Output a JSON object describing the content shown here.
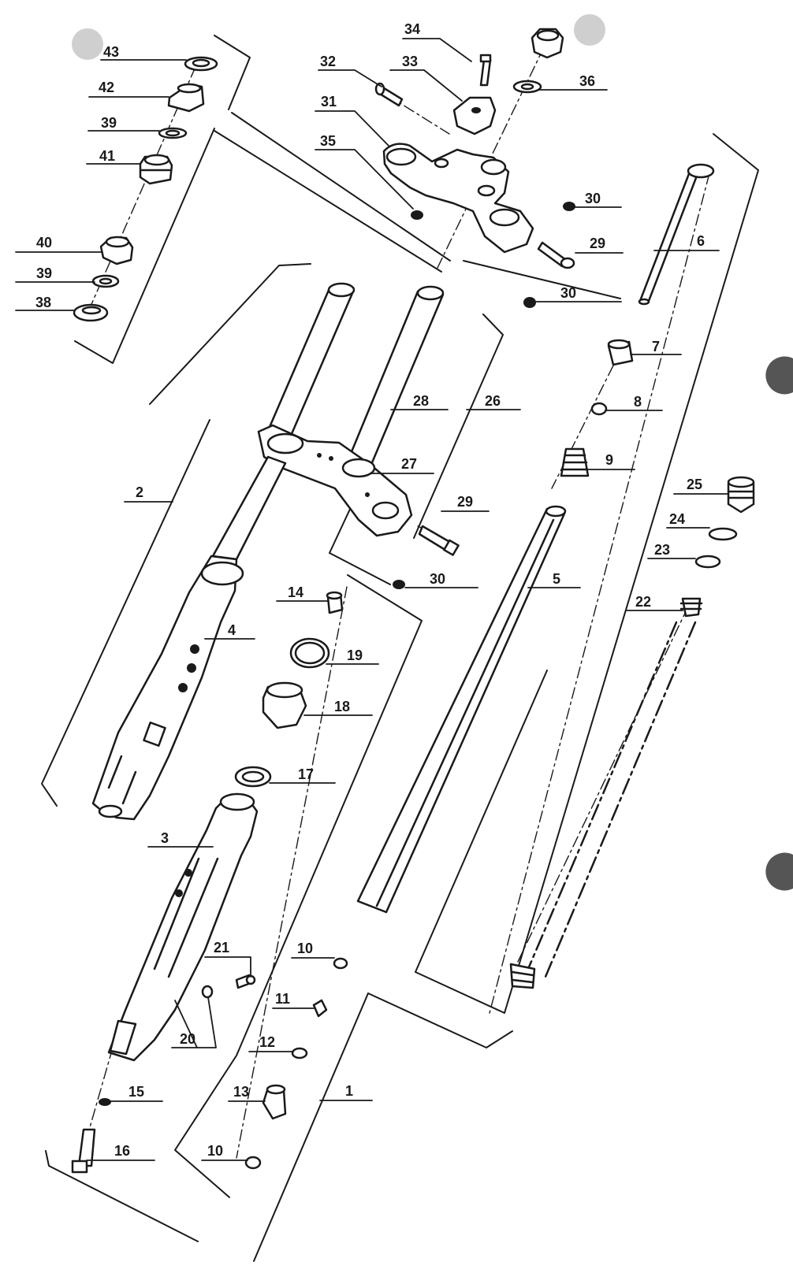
{
  "figure": {
    "type": "exploded-parts-diagram",
    "callouts": [
      {
        "label": "43"
      },
      {
        "label": "42"
      },
      {
        "label": "39"
      },
      {
        "label": "41"
      },
      {
        "label": "40"
      },
      {
        "label": "39"
      },
      {
        "label": "38"
      },
      {
        "label": "34"
      },
      {
        "label": "33"
      },
      {
        "label": "32"
      },
      {
        "label": "31"
      },
      {
        "label": "35"
      },
      {
        "label": "36"
      },
      {
        "label": "30"
      },
      {
        "label": "29"
      },
      {
        "label": "6"
      },
      {
        "label": "30"
      },
      {
        "label": "7"
      },
      {
        "label": "8"
      },
      {
        "label": "9"
      },
      {
        "label": "28"
      },
      {
        "label": "26"
      },
      {
        "label": "27"
      },
      {
        "label": "2"
      },
      {
        "label": "29"
      },
      {
        "label": "25"
      },
      {
        "label": "24"
      },
      {
        "label": "23"
      },
      {
        "label": "5"
      },
      {
        "label": "30"
      },
      {
        "label": "14"
      },
      {
        "label": "22"
      },
      {
        "label": "4"
      },
      {
        "label": "19"
      },
      {
        "label": "18"
      },
      {
        "label": "17"
      },
      {
        "label": "3"
      },
      {
        "label": "10"
      },
      {
        "label": "21"
      },
      {
        "label": "11"
      },
      {
        "label": "20"
      },
      {
        "label": "12"
      },
      {
        "label": "15"
      },
      {
        "label": "1"
      },
      {
        "label": "13"
      },
      {
        "label": "16"
      },
      {
        "label": "10"
      }
    ]
  },
  "colors": {
    "ink": "#1a1a1a",
    "paper": "#ffffff",
    "punch_hole": "#cfcfcf"
  }
}
